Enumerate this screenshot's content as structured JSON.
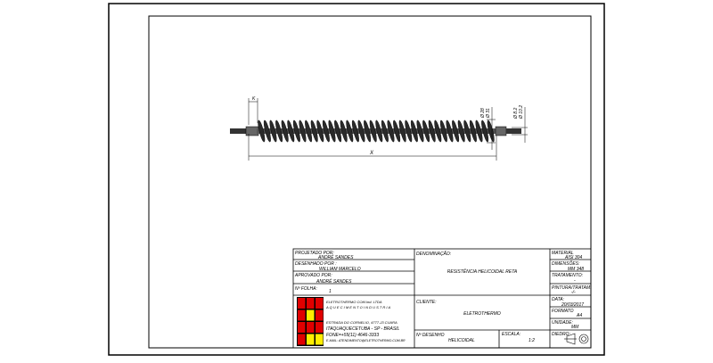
{
  "drawing": {
    "dim_length": "X",
    "dim_offset": "K",
    "dia_coil_inner": "Ø 28",
    "dia_coil_outer": "Ø 31",
    "dia_rod_inner": "Ø 8.2",
    "dia_rod_outer": "Ø 10.2",
    "coil_turns": 40
  },
  "title_block": {
    "projetado_label": "PROJETADO POR:",
    "projetado_value": "ANDRÉ SANDES",
    "desenhado_label": "DESENHADO POR :",
    "desenhado_value": "WILLIAM MARCELO",
    "aprovado_label": "APROVADO POR:",
    "aprovado_value": "ANDRÉ SANDES",
    "folha_label": "Nº FOLHA:",
    "folha_value": "1",
    "denominacao_label": "DENOMINAÇÃO:",
    "denominacao_value": "RESISTÊNCIA HELICOIDAL RETA",
    "cliente_label": "CLIENTE:",
    "cliente_value": "ELETROTHERMO",
    "desenho_label": "Nº DESENHO",
    "desenho_value": "HELICOIDAL",
    "escala_label": "ESCALA:",
    "escala_value": "1:2",
    "material_label": "MATERIAL",
    "material_value": "AISI 304",
    "dimensoes_label": "DIMENSÕES:",
    "dimensoes_value": "MM 348",
    "tratamento_label": "TRATAMENTO:",
    "tratamento_value": "-",
    "pintura_label": "PINTURA/TRATAM:",
    "pintura_value": "-/-",
    "data_label": "DATA:",
    "data_value": "20/03/2017",
    "formato_label": "FORMATO",
    "formato_value": "A4",
    "unidade_label": "UNIDADE:",
    "unidade_value": "MM",
    "diedro_label": "DIEDRO:"
  },
  "company": {
    "name": "ELETROTHERMO COM.Ind. LTDA",
    "tagline": "A Q U E C I M E N T O   I N D U S T R I A",
    "address": "ESTRADA DO CORNELIO, 4777-J3 CUARA",
    "city": "ITAQUAQUECETUBA - SP - BRASIL",
    "phone": "FONE=+55(11) 4646-3333",
    "email": "E-MAIL: ATENDIMENTO@ELETROTHERMO.COM.BR",
    "logo_colors": {
      "red": "#e00000",
      "yellow": "#ffee00"
    }
  }
}
